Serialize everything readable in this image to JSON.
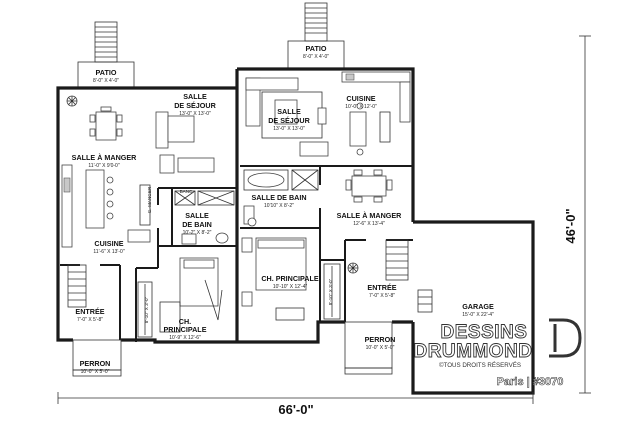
{
  "rooms": {
    "patio_left": {
      "name": "PATIO",
      "size": "8'-0\" X 4'-0\""
    },
    "patio_right": {
      "name": "PATIO",
      "size": "8'-0\" X 4'-0\""
    },
    "sejour_left": {
      "name1": "SALLE",
      "name2": "DE SÉJOUR",
      "size": "13'-0\" X 13'-0\""
    },
    "sejour_right": {
      "name1": "SALLE",
      "name2": "DE SÉJOUR",
      "size": "13'-0\" X 13'-0\""
    },
    "manger_left": {
      "name": "SALLE À MANGER",
      "size": "11'-0\" X 9'0-0\""
    },
    "manger_right": {
      "name": "SALLE À MANGER",
      "size": "12'-6\" X 13'-4\""
    },
    "cuisine_left": {
      "name": "CUISINE",
      "size": "11'-6\" X 13'-0\""
    },
    "cuisine_right": {
      "name": "CUISINE",
      "size": "10'-0\" X 12'-0\""
    },
    "banc": {
      "name": "BANC"
    },
    "garde_manger": {
      "name": "G.-MANGER"
    },
    "bain_left": {
      "name1": "SALLE",
      "name2": "DE BAIN",
      "size": "10'-2\" X 8'-2\""
    },
    "bain_right": {
      "name": "SALLE DE BAIN",
      "size": "10'10\" X 8'-2\""
    },
    "ch_left": {
      "name1": "CH.",
      "name2": "PRINCIPALE",
      "size": "10'-9\" X 12'-6\""
    },
    "ch_right": {
      "name": "CH. PRINCIPALE",
      "size": "10'-10\" X 12'-4\""
    },
    "wic_left": {
      "size": "8'-10\" X 3'-0\""
    },
    "wic_right": {
      "size": "8'-10\" X 3'-0\""
    },
    "entree_left": {
      "name": "ENTRÉE",
      "size": "7'-0\" X 5'-8\""
    },
    "entree_right": {
      "name": "ENTRÉE",
      "size": "7'-0\" X 5'-8\""
    },
    "perron_left": {
      "name": "PERRON",
      "size": "10'-0\" X 5'-0\""
    },
    "perron_right": {
      "name": "PERRON",
      "size": "10'-0\" X 5'-0\""
    },
    "garage": {
      "name": "GARAGE",
      "size": "15'-0\" X 22'-4\""
    }
  },
  "dimensions": {
    "width": "66'-0\"",
    "depth": "46'-0\""
  },
  "branding": {
    "line1": "DESSINS",
    "line2": "DRUMMOND",
    "rights": "©TOUS DROITS RÉSERVÉS",
    "plan": "Paris | #3070"
  }
}
